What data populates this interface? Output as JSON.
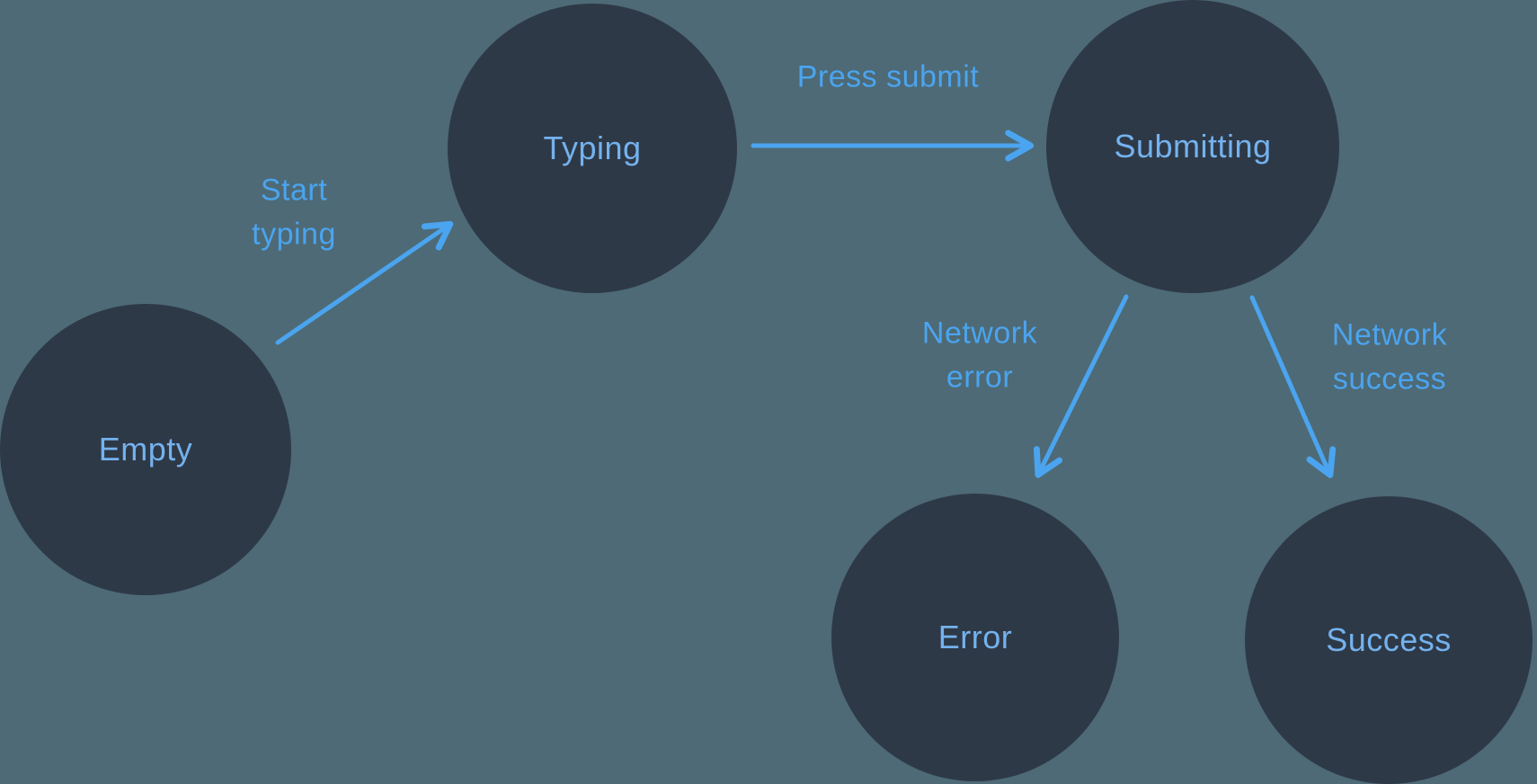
{
  "diagram": {
    "type": "state-machine",
    "nodes": [
      {
        "id": "empty",
        "label": "Empty"
      },
      {
        "id": "typing",
        "label": "Typing"
      },
      {
        "id": "submitting",
        "label": "Submitting"
      },
      {
        "id": "error",
        "label": "Error"
      },
      {
        "id": "success",
        "label": "Success"
      }
    ],
    "edges": [
      {
        "from": "empty",
        "to": "typing",
        "label": "Start\ntyping"
      },
      {
        "from": "typing",
        "to": "submitting",
        "label": "Press submit"
      },
      {
        "from": "submitting",
        "to": "error",
        "label": "Network\nerror"
      },
      {
        "from": "submitting",
        "to": "success",
        "label": "Network\nsuccess"
      }
    ]
  },
  "colors": {
    "background": "#4D6A76",
    "node_fill": "#2E3947",
    "accent": "#4BA4EF",
    "node_label": "#74B2EE"
  }
}
